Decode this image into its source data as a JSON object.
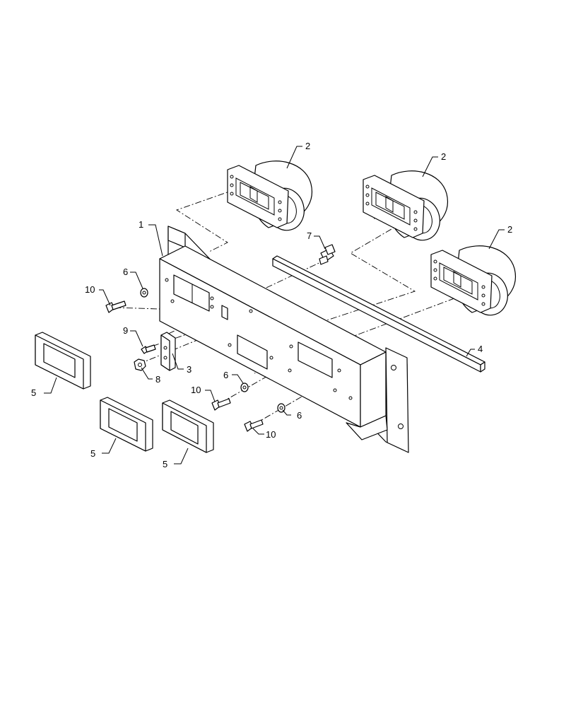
{
  "callouts": {
    "c1": "1",
    "c2a": "2",
    "c2b": "2",
    "c2c": "2",
    "c3": "3",
    "c4": "4",
    "c5a": "5",
    "c5b": "5",
    "c5c": "5",
    "c6a": "6",
    "c6b": "6",
    "c6c": "6",
    "c7": "7",
    "c8": "8",
    "c9": "9",
    "c10a": "10",
    "c10b": "10",
    "c10c": "10"
  }
}
